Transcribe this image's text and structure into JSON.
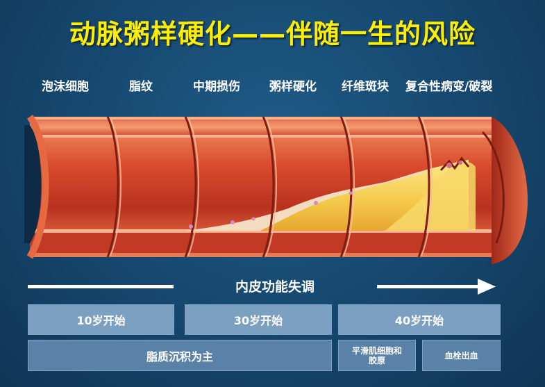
{
  "title": "动脉粥样硬化——伴随一生的风险",
  "stages": [
    "泡沫细胞",
    "脂纹",
    "中期损伤",
    "粥样硬化",
    "纤维斑块",
    "复合性病变/破裂"
  ],
  "timeline_label": "内皮功能失调",
  "age_boxes": [
    "10岁开始",
    "30岁开始",
    "40岁开始"
  ],
  "mechanism_boxes": [
    "脂质沉积为主",
    "平滑肌细胞和\n胶原",
    "血栓出血"
  ],
  "colors": {
    "background": "#174a72",
    "title": "#ffee00",
    "box": "#5a82a8",
    "vessel_wall": "#c8412b",
    "plaque": "#f6d25a"
  }
}
